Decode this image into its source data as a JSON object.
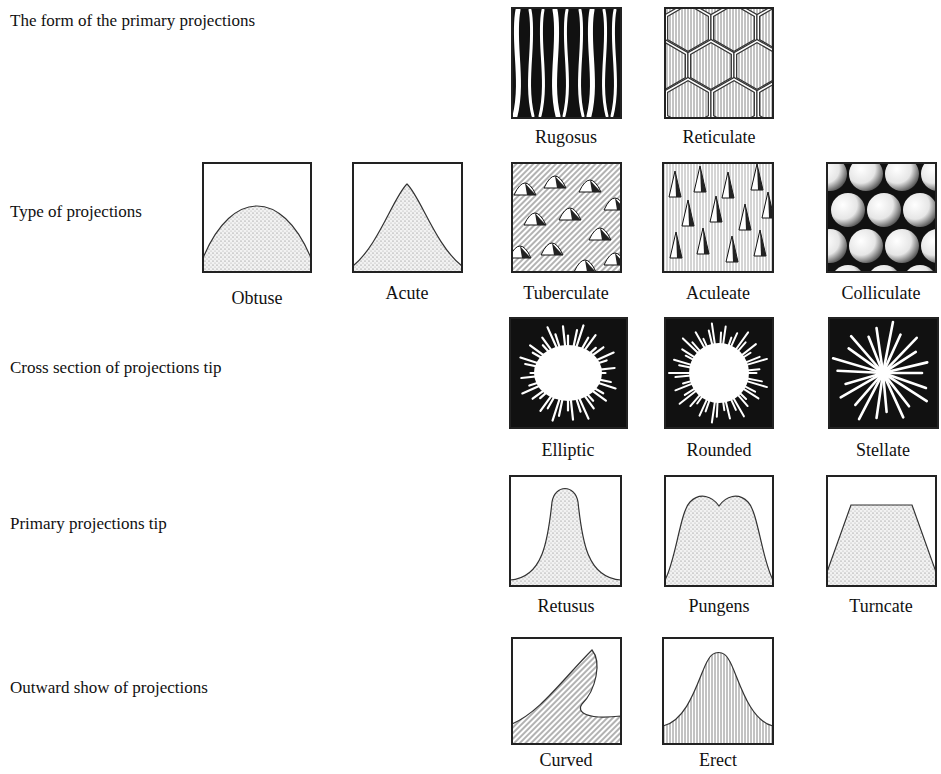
{
  "diagram": {
    "labels": [
      "The form of the primary projections",
      "Rugosus",
      "Reticulate",
      "Type of projections",
      "Obtuse",
      "Acute",
      "Tuberculate",
      "Aculeate",
      "Colliculate",
      "Cross section of projections tip",
      "Elliptic",
      "Rounded",
      "Stellate",
      "Primary projections tip",
      "Retusus",
      "Pungens",
      "Turncate",
      "Outward show of projections",
      "Curved",
      "Erect"
    ]
  }
}
